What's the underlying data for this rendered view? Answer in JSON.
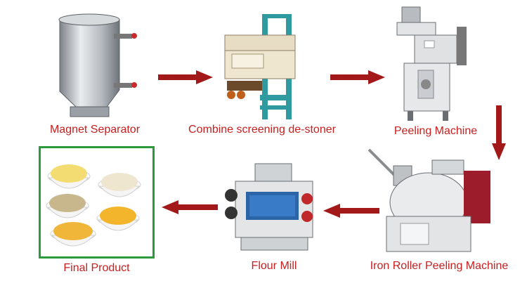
{
  "steps": {
    "magnet": "Magnet Separator",
    "destoner": "Combine screening de-stoner",
    "peeling": "Peeling Machine",
    "iron_roller": "Iron Roller Peeling Machine",
    "flour_mill": "Flour Mill",
    "final": "Final Product"
  },
  "colors": {
    "label": "#c81e1e",
    "arrow": "#a31919",
    "frame": "#2e9a3e"
  },
  "icons": [
    "magnet-separator-illustration",
    "destoner-illustration",
    "peeling-machine-illustration",
    "iron-roller-illustration",
    "flour-mill-illustration",
    "grain-bowls-illustration"
  ]
}
